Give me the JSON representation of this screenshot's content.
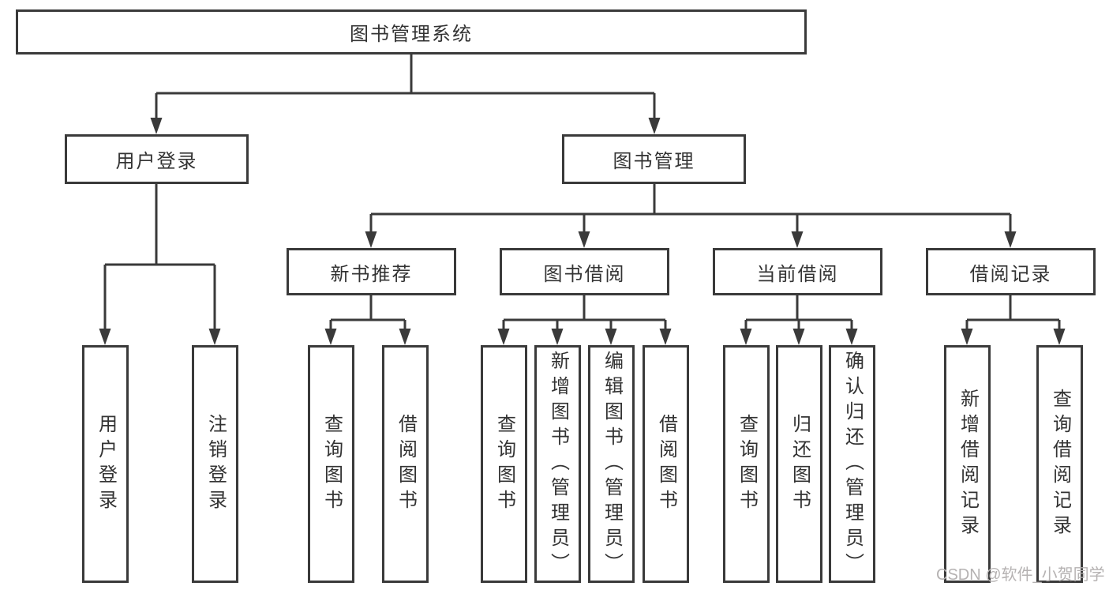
{
  "tree": {
    "root": {
      "label": "图书管理系统"
    },
    "level2": [
      {
        "label": "用户登录",
        "children": [
          {
            "label": "用户登录"
          },
          {
            "label": "注销登录"
          }
        ]
      },
      {
        "label": "图书管理",
        "children": [
          {
            "label": "新书推荐",
            "children": [
              {
                "label": "查询图书"
              },
              {
                "label": "借阅图书"
              }
            ]
          },
          {
            "label": "图书借阅",
            "children": [
              {
                "label": "查询图书"
              },
              {
                "label": "新增图书（管理员）"
              },
              {
                "label": "编辑图书（管理员）"
              },
              {
                "label": "借阅图书"
              }
            ]
          },
          {
            "label": "当前借阅",
            "children": [
              {
                "label": "查询图书"
              },
              {
                "label": "归还图书"
              },
              {
                "label": "确认归还（管理员）"
              }
            ]
          },
          {
            "label": "借阅记录",
            "children": [
              {
                "label": "新增借阅记录"
              },
              {
                "label": "查询借阅记录"
              }
            ]
          }
        ]
      }
    ]
  },
  "colors": {
    "line": "#3a3a3a",
    "text": "#333333",
    "watermark": "#b5b2b2"
  },
  "watermark": "CSDN @软件_小贺同学"
}
